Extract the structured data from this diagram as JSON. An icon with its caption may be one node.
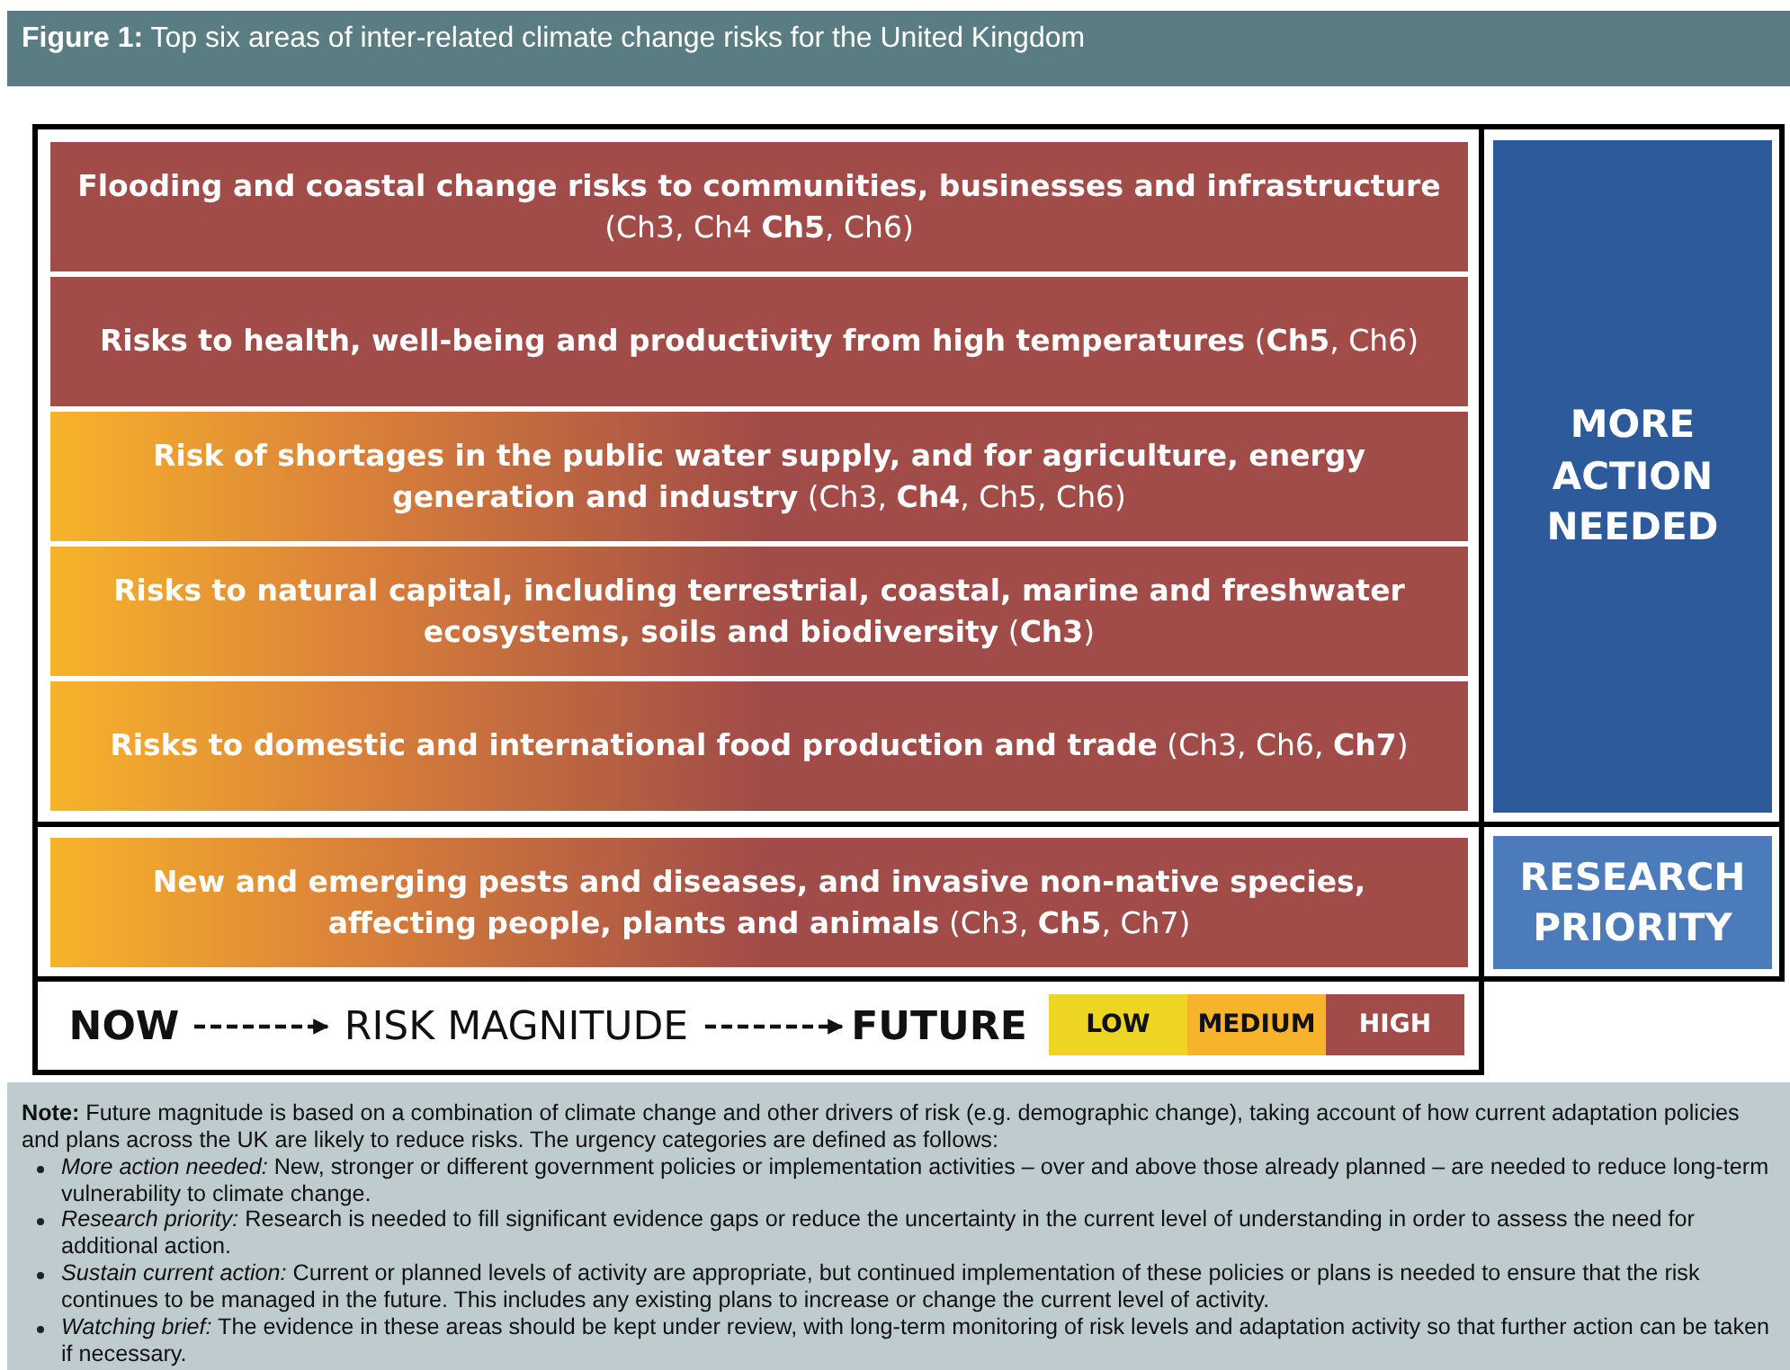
{
  "diagram": {
    "title": "**Figure 1:** Top six areas of inter-related climate change risks for the United Kingdom",
    "nodes": [
      {
        "text": [
          "**Flooding and coastal change risks to communities, businesses and infrastructure** (Ch3, Ch4 **Ch5**, Ch6)"
        ]
      },
      {
        "text": [
          "**Risks to health, well-being and productivity from high temperatures** (**Ch5**, Ch6)"
        ]
      },
      {
        "text": [
          "**Risk of shortages in the public water supply, and for agriculture, energy generation and industry** (Ch3, **Ch4**, Ch5, Ch6)"
        ]
      },
      {
        "text": [
          "**Risks to natural capital, including terrestrial, coastal, marine and freshwater ecosystems, soils and biodiversity** (**Ch3**)"
        ]
      },
      {
        "text": [
          "**Risks to domestic and international food production and trade** (Ch3, Ch6, **Ch7**)"
        ]
      },
      {
        "text": [
          "**New and emerging  pests and diseases, and invasive non-native species, affecting people, plants and animals** (Ch3, **Ch5**, Ch7)"
        ]
      },
      {
        "text": [
          "MORE ACTION NEEDED"
        ]
      },
      {
        "text": [
          "RESEARCH PRIORITY"
        ]
      },
      {
        "text": [
          "NOW"
        ]
      },
      {
        "text": [
          "RISK MAGNITUDE"
        ]
      },
      {
        "text": [
          "FUTURE"
        ]
      }
    ],
    "edges": [
      {
        "from": 8,
        "to": 9,
        "arrow": "to",
        "style": "dashed"
      },
      {
        "from": 9,
        "to": 10,
        "arrow": "to",
        "style": "dashed"
      }
    ],
    "labels": [
      "**Note:** Future magnitude is based on a combination of climate change and other drivers of risk (e.g. demographic change), taking account of how current adaptation policies and plans across the UK are likely to reduce risks. The urgency categories are defined as follows:",
      "*More action needed:* New, stronger or different government policies or implementation activities – over and above those already planned – are needed to reduce long-term vulnerability to climate change.",
      "*Research priority:* Research is needed to fill significant evidence gaps or reduce the uncertainty in the current level of understanding in order to assess the need for additional action.",
      "*Sustain current action:* Current or planned levels of activity are appropriate, but continued implementation of these policies or plans is needed to ensure that the risk continues to be managed in the future. This includes any existing plans to increase or change the current level of activity.",
      "*Watching brief:* The evidence in these areas should be kept under review, with long-term monitoring of risk levels and adaptation activity so that further action can be taken if necessary."
    ],
    "legend": [
      {
        "text": "LOW",
        "color": "#eed523"
      },
      {
        "text": "MEDIUM",
        "color": "#f7b32b"
      },
      {
        "text": "HIGH",
        "color": "#a14c48"
      }
    ]
  }
}
